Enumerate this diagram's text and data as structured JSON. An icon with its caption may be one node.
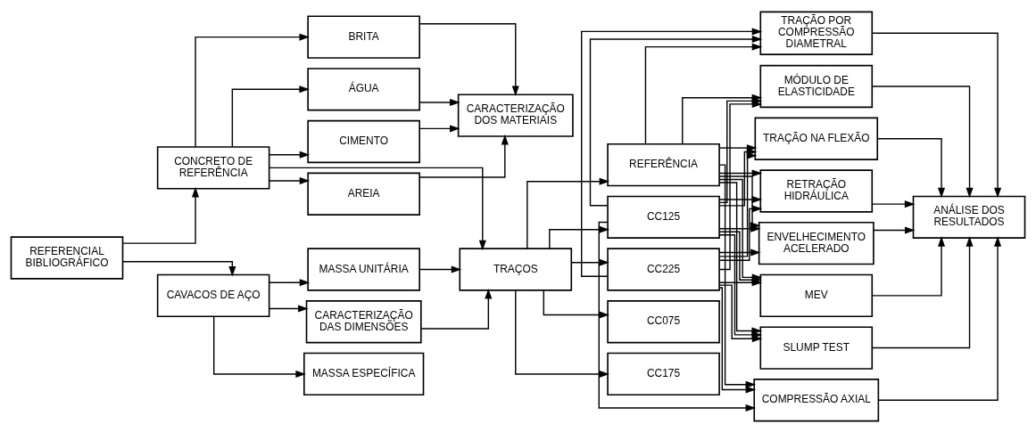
{
  "diagram": {
    "nodes": [
      {
        "text": [
          "REFERENCIAL BIBLIOGRÁFICO"
        ]
      },
      {
        "text": [
          "CONCRETO DE REFERÊNCIA"
        ]
      },
      {
        "text": [
          "CAVACOS DE AÇO"
        ]
      },
      {
        "text": [
          "CIMENTO"
        ]
      },
      {
        "text": [
          "AREIA"
        ]
      },
      {
        "text": [
          "BRITA"
        ]
      },
      {
        "text": [
          "ÁGUA"
        ]
      },
      {
        "text": [
          "CARACTERIZAÇÃO DOS MATERIAIS"
        ]
      },
      {
        "text": [
          "CARACTERIZAÇÃO DAS DIMENSÕES"
        ]
      },
      {
        "text": [
          "MASSA ESPECÍFICA"
        ]
      },
      {
        "text": [
          "MASSA UNITÁRIA"
        ]
      },
      {
        "text": [
          "TRAÇOS"
        ]
      },
      {
        "text": [
          "REFERÊNCIA"
        ]
      },
      {
        "text": [
          "CC075"
        ]
      },
      {
        "text": [
          "CC125"
        ]
      },
      {
        "text": [
          "CC175"
        ]
      },
      {
        "text": [
          "CC225"
        ]
      },
      {
        "text": [
          "SLUMP TEST"
        ]
      },
      {
        "text": [
          "COMPRESSÃO AXIAL"
        ]
      },
      {
        "text": [
          "TRAÇÃO POR COMPRESSÃO DIAMETRAL"
        ]
      },
      {
        "text": [
          "MÓDULO DE ELASTICIDADE"
        ]
      },
      {
        "text": [
          "TRAÇÃO NA FLEXÃO"
        ]
      },
      {
        "text": [
          "RETRAÇÃO HIDRÁULICA"
        ]
      },
      {
        "text": [
          "ENVELHECIMENTO ACELERADO"
        ]
      },
      {
        "text": [
          "MEV"
        ]
      },
      {
        "text": [
          "ANÁLISE DOS RESULTADOS"
        ]
      }
    ],
    "edges": [
      {
        "from": 0,
        "to": 1,
        "arrow": "to"
      },
      {
        "from": 0,
        "to": 2,
        "arrow": "to"
      },
      {
        "from": 1,
        "to": 3,
        "arrow": "to"
      },
      {
        "from": 1,
        "to": 4,
        "arrow": "to"
      },
      {
        "from": 1,
        "to": 5,
        "arrow": "to"
      },
      {
        "from": 1,
        "to": 6,
        "arrow": "to"
      },
      {
        "from": 3,
        "to": 7,
        "arrow": "to"
      },
      {
        "from": 4,
        "to": 7,
        "arrow": "to"
      },
      {
        "from": 5,
        "to": 7,
        "arrow": "to"
      },
      {
        "from": 6,
        "to": 7,
        "arrow": "to"
      },
      {
        "from": 1,
        "to": 11,
        "arrow": "to"
      },
      {
        "from": 2,
        "to": 8,
        "arrow": "to"
      },
      {
        "from": 2,
        "to": 9,
        "arrow": "to"
      },
      {
        "from": 2,
        "to": 10,
        "arrow": "to"
      },
      {
        "from": 8,
        "to": 11,
        "arrow": "to"
      },
      {
        "from": 10,
        "to": 11,
        "arrow": "to"
      },
      {
        "from": 11,
        "to": 12,
        "arrow": "to"
      },
      {
        "from": 11,
        "to": 13,
        "arrow": "to"
      },
      {
        "from": 11,
        "to": 14,
        "arrow": "to"
      },
      {
        "from": 11,
        "to": 15,
        "arrow": "to"
      },
      {
        "from": 11,
        "to": 16,
        "arrow": "to"
      },
      {
        "from": 12,
        "to": 17,
        "arrow": "to"
      },
      {
        "from": 12,
        "to": 18,
        "arrow": "to"
      },
      {
        "from": 12,
        "to": 19,
        "arrow": "to"
      },
      {
        "from": 12,
        "to": 20,
        "arrow": "to"
      },
      {
        "from": 12,
        "to": 21,
        "arrow": "to"
      },
      {
        "from": 12,
        "to": 22,
        "arrow": "to"
      },
      {
        "from": 12,
        "to": 23,
        "arrow": "to"
      },
      {
        "from": 12,
        "to": 24,
        "arrow": "to"
      },
      {
        "from": 14,
        "to": 17,
        "arrow": "to"
      },
      {
        "from": 14,
        "to": 18,
        "arrow": "to"
      },
      {
        "from": 14,
        "to": 19,
        "arrow": "to"
      },
      {
        "from": 14,
        "to": 20,
        "arrow": "to"
      },
      {
        "from": 14,
        "to": 21,
        "arrow": "to"
      },
      {
        "from": 14,
        "to": 22,
        "arrow": "to"
      },
      {
        "from": 14,
        "to": 23,
        "arrow": "to"
      },
      {
        "from": 14,
        "to": 24,
        "arrow": "to"
      },
      {
        "from": 16,
        "to": 17,
        "arrow": "to"
      },
      {
        "from": 16,
        "to": 18,
        "arrow": "to"
      },
      {
        "from": 16,
        "to": 19,
        "arrow": "to"
      },
      {
        "from": 16,
        "to": 20,
        "arrow": "to"
      },
      {
        "from": 16,
        "to": 21,
        "arrow": "to"
      },
      {
        "from": 16,
        "to": 22,
        "arrow": "to"
      },
      {
        "from": 16,
        "to": 23,
        "arrow": "to"
      },
      {
        "from": 16,
        "to": 24,
        "arrow": "to"
      },
      {
        "from": 17,
        "to": 25,
        "arrow": "to"
      },
      {
        "from": 18,
        "to": 25,
        "arrow": "to"
      },
      {
        "from": 19,
        "to": 25,
        "arrow": "to"
      },
      {
        "from": 20,
        "to": 25,
        "arrow": "to"
      },
      {
        "from": 21,
        "to": 25,
        "arrow": "to"
      },
      {
        "from": 22,
        "to": 25,
        "arrow": "to"
      },
      {
        "from": 23,
        "to": 25,
        "arrow": "to"
      },
      {
        "from": 24,
        "to": 25,
        "arrow": "to"
      }
    ]
  }
}
